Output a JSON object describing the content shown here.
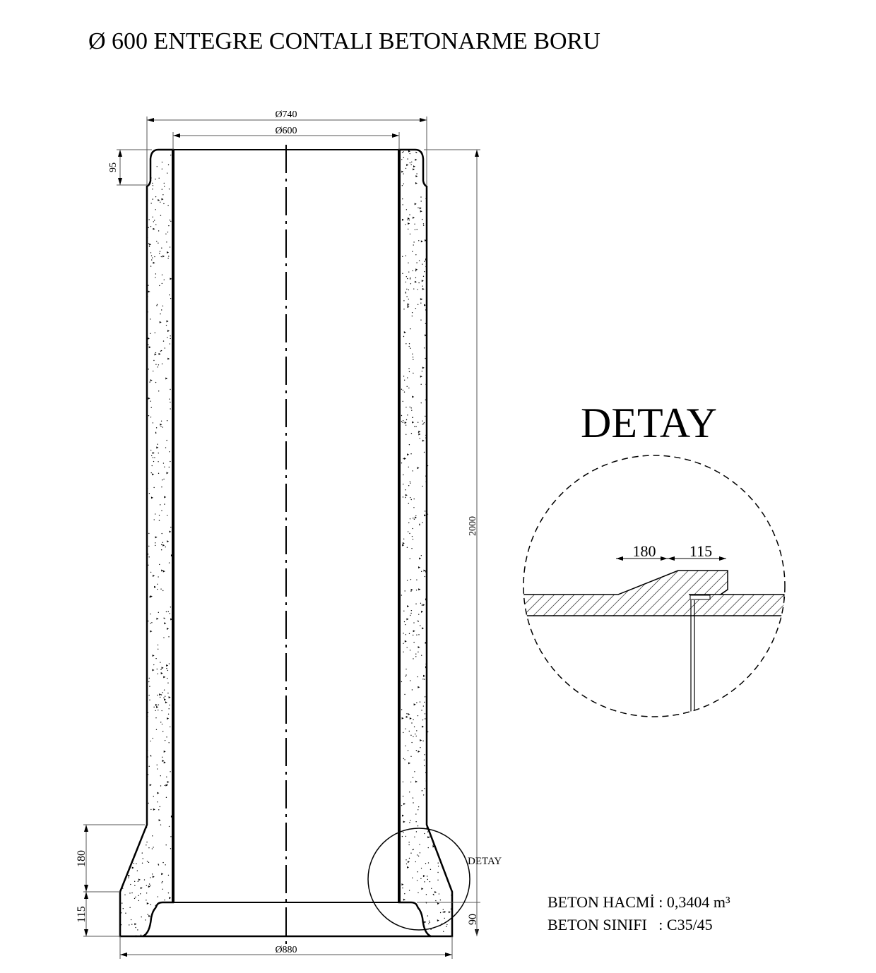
{
  "title": "Ø 600 ENTEGRE CONTALI BETONARME BORU",
  "dimensions": {
    "outer_top": "Ø740",
    "inner": "Ø600",
    "outer_bottom": "Ø880",
    "length": "2000",
    "top_step": "95",
    "flare": "180",
    "base": "115",
    "spigot": "90"
  },
  "detail_marker": "DETAY",
  "detail": {
    "title": "DETAY",
    "dim_a": "180",
    "dim_b": "115"
  },
  "info": {
    "volume_label": "BETON HACMİ",
    "volume_value": "0,3404 m³",
    "class_label": "BETON SINIFI",
    "class_value": "C35/45"
  }
}
